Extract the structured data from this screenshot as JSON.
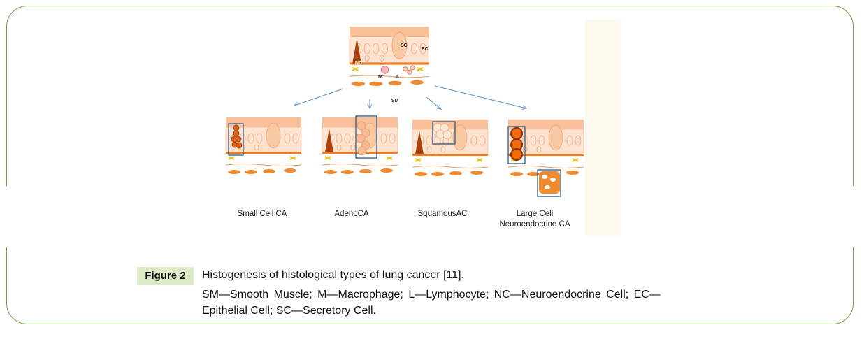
{
  "figure": {
    "tag": "Figure 2",
    "title": "Histogenesis of histological types of lung cancer [11].",
    "legend_line1": "SM—Smooth Muscle; M—Macrophage; L—Lymphocyte; NC—Neuroendocrine Cell; EC—",
    "legend_line2": "Epithelial Cell; SC—Secretory Cell.",
    "diagram": {
      "top_labels": {
        "nc": "NC",
        "sc": "SC",
        "ec": "EC",
        "m": "M",
        "l": "L",
        "sm": "SM"
      },
      "panels": [
        {
          "label": "Small Cell CA"
        },
        {
          "label": "AdenoCA"
        },
        {
          "label": "SquamousAC"
        },
        {
          "label_line1": "Large Cell",
          "label_line2": "Neuroendocrine CA"
        }
      ]
    }
  },
  "colors": {
    "frame_border": "#6a9e3a",
    "tag_background": "#dde9c7",
    "cell_light": "#f9c9a4",
    "cell_dark": "#a8410a",
    "arrow": "#5b8fbf",
    "box": "#2e5b82"
  }
}
